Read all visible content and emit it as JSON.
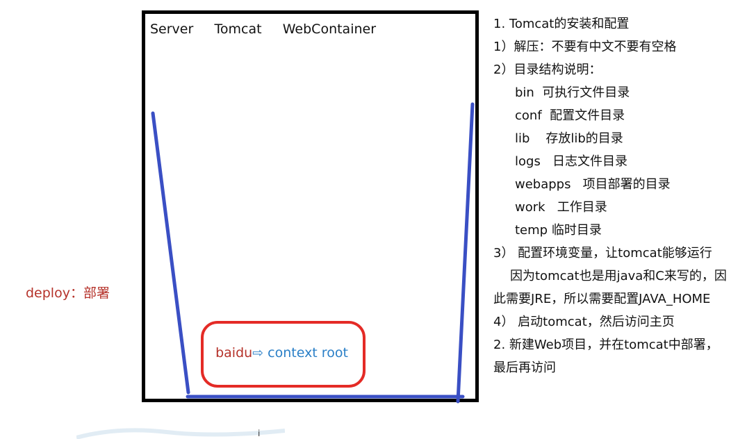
{
  "box_title": "Server     Tomcat     WebContainer",
  "deploy_label": "deploy：部署",
  "context": {
    "app_name": "baidu",
    "arrow": "⇨",
    "root_label": " context root"
  },
  "cursor_glyph": "ⅰ",
  "notes": [
    "1. Tomcat的安装和配置",
    "1）解压：不要有中文不要有空格",
    "2）目录结构说明：",
    "bin  可执行文件目录",
    "conf  配置文件目录",
    "lib    存放lib的目录",
    "logs   日志文件目录",
    "webapps   项目部署的目录",
    "work   工作目录",
    "temp 临时目录",
    "3） 配置环境变量，让tomcat能够运行",
    "因为tomcat也是用java和C来写的，因",
    "此需要JRE，所以需要配置JAVA_HOME",
    "4） 启动tomcat，然后访问主页",
    "2. 新建Web项目，并在tomcat中部署，",
    "最后再访问"
  ],
  "colors": {
    "frame": "#000000",
    "cup_lines": "#3a4fc4",
    "context_box": "#e42b26",
    "app_text": "#b5322a",
    "root_text": "#2a7fc7"
  }
}
